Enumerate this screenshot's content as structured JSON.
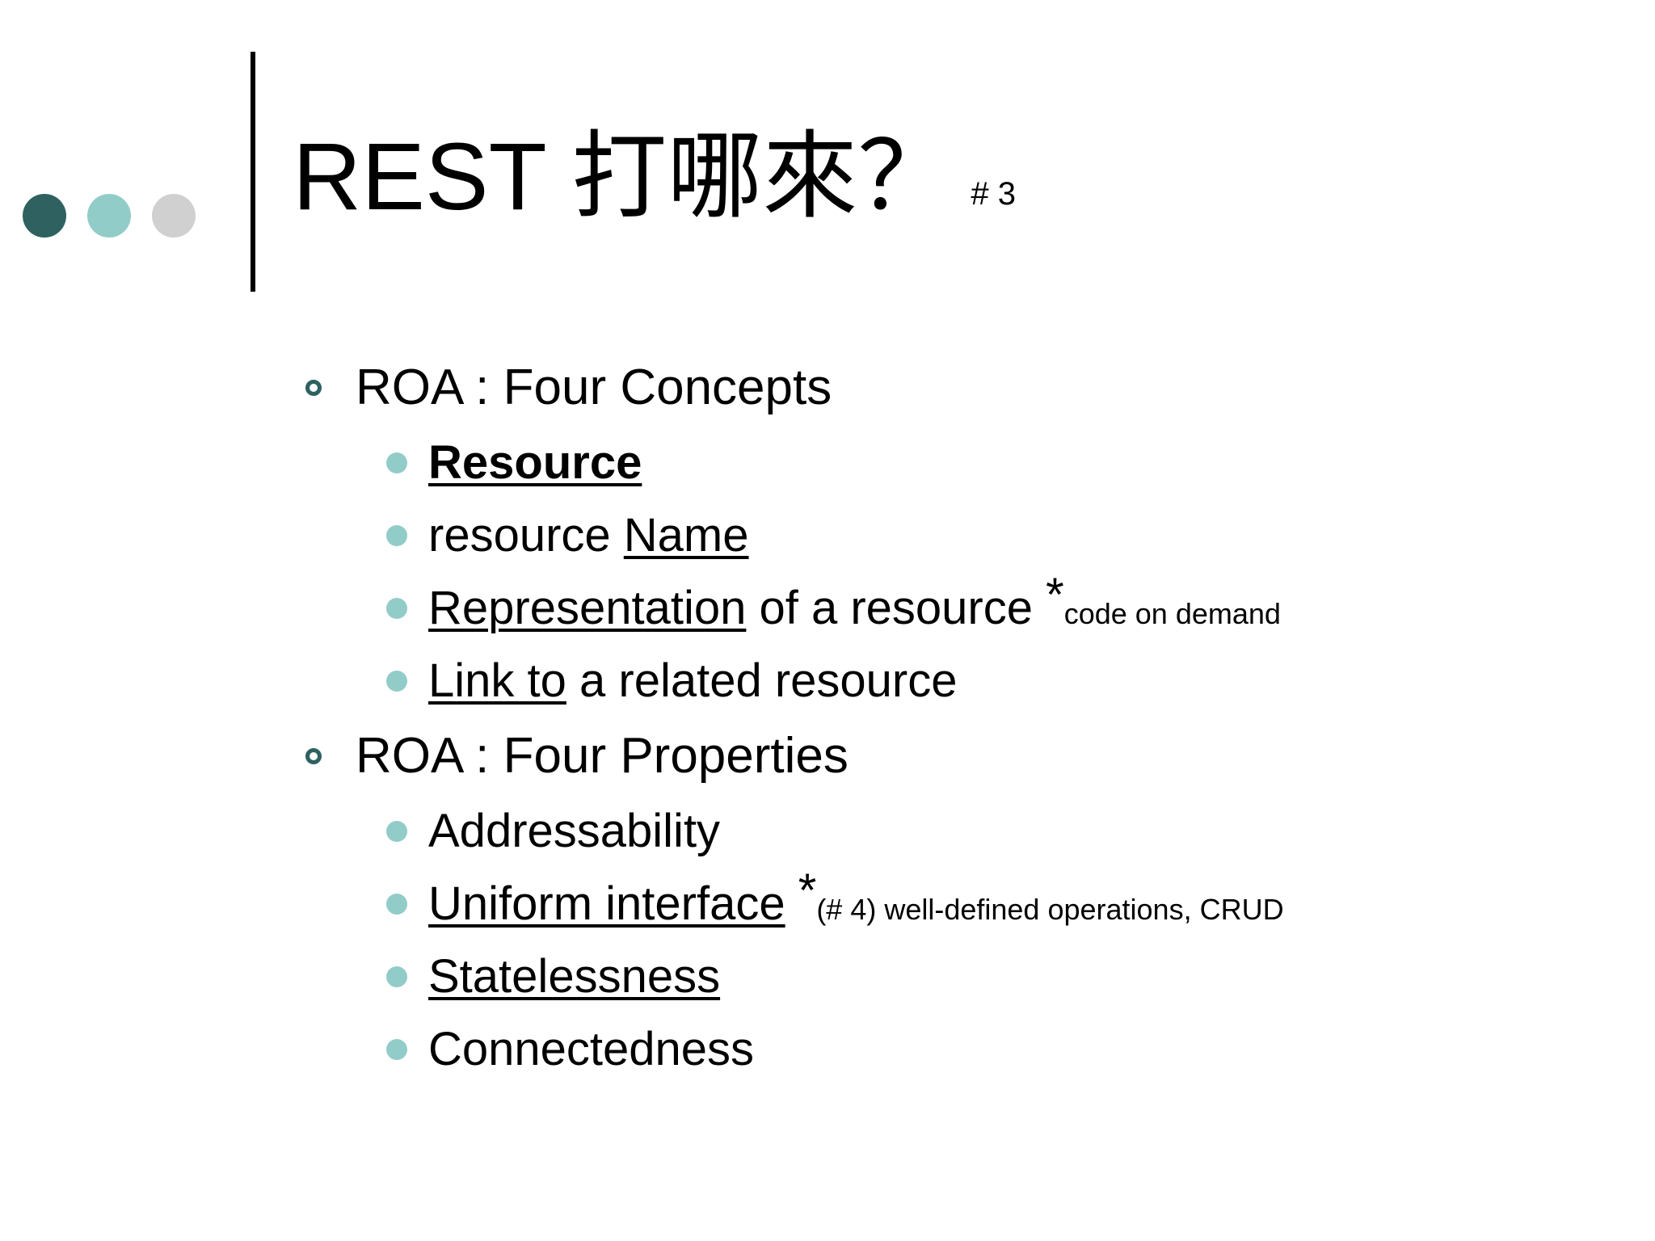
{
  "slide": {
    "title_main": "REST 打哪來？",
    "title_superscript": "# 3",
    "decor_dots": [
      {
        "name": "dot-dark-teal",
        "color": "#2e6160"
      },
      {
        "name": "dot-light-teal",
        "color": "#92ccc9"
      },
      {
        "name": "dot-gray",
        "color": "#d0d0d0"
      }
    ],
    "accent_colors": {
      "dark_teal": "#2e6160",
      "light_teal": "#92ccc9",
      "gray": "#d0d0d0",
      "text": "#000000",
      "background": "#ffffff"
    },
    "sections": [
      {
        "heading": "ROA : Four Concepts",
        "items": [
          {
            "parts": [
              {
                "text": "Resource",
                "bold": true,
                "underline": true
              }
            ]
          },
          {
            "parts": [
              {
                "text": "resource "
              },
              {
                "text": "Name",
                "underline": true
              }
            ]
          },
          {
            "parts": [
              {
                "text": "Representation",
                "underline": true
              },
              {
                "text": " of a resource "
              },
              {
                "text": "*",
                "star": true
              },
              {
                "text": "code on demand",
                "note": true
              }
            ]
          },
          {
            "parts": [
              {
                "text": "Link to",
                "underline": true
              },
              {
                "text": " a related resource"
              }
            ]
          }
        ]
      },
      {
        "heading": "ROA : Four Properties",
        "items": [
          {
            "parts": [
              {
                "text": "Addressability"
              }
            ]
          },
          {
            "parts": [
              {
                "text": "Uniform interface",
                "underline": true
              },
              {
                "text": " "
              },
              {
                "text": "*",
                "star": true
              },
              {
                "text": "(# 4) well-defined operations, CRUD",
                "note": true
              }
            ]
          },
          {
            "parts": [
              {
                "text": "Statelessness",
                "underline": true
              }
            ]
          },
          {
            "parts": [
              {
                "text": "Connectedness"
              }
            ]
          }
        ]
      }
    ]
  }
}
